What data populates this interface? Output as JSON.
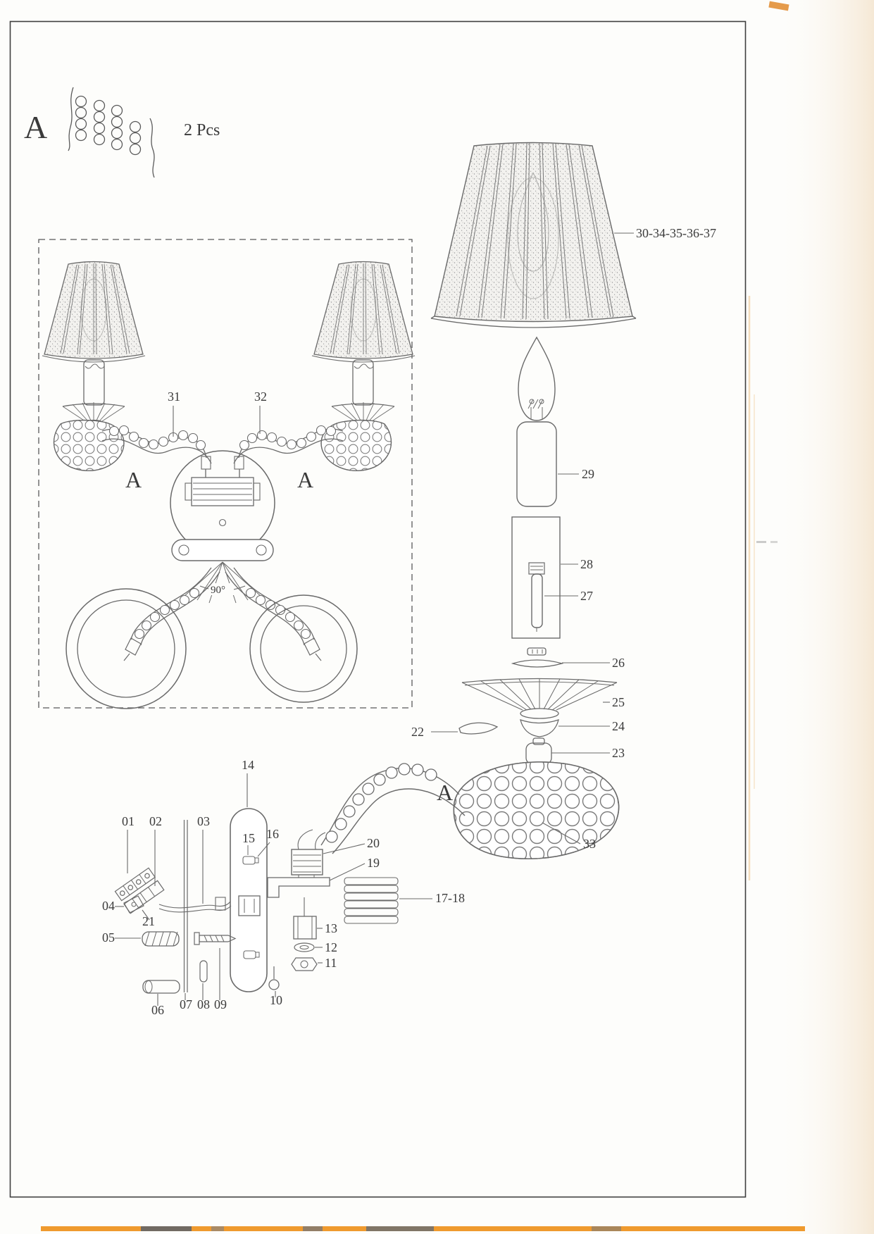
{
  "document": {
    "type": "wall-lamp assembly instruction sheet"
  },
  "labels": {
    "kit_marker": "A",
    "kit_qty": "2 Pcs",
    "shade_group": "30-34-35-36-37",
    "p29": "29",
    "p28": "28",
    "p27": "27",
    "p26": "26",
    "p25": "25",
    "p24": "24",
    "p23": "23",
    "p22": "22",
    "p33": "33",
    "arm_marker": "A",
    "p31": "31",
    "p32": "32",
    "marker_a_left": "A",
    "marker_a_right": "A",
    "angle": "90°",
    "p01": "01",
    "p02": "02",
    "p03": "03",
    "p04": "04",
    "p05": "05",
    "p06": "06",
    "p07": "07",
    "p08": "08",
    "p09": "09",
    "p10": "10",
    "p11": "11",
    "p12": "12",
    "p13": "13",
    "p14": "14",
    "p15": "15",
    "p16": "16",
    "p17_18": "17-18",
    "p19": "19",
    "p20": "20",
    "p21": "21"
  }
}
